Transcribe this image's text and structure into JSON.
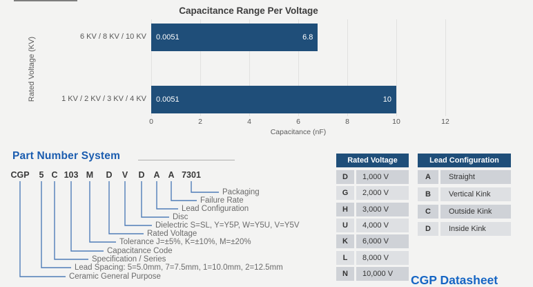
{
  "colors": {
    "bar_blue": "#1f4e79",
    "table_header_blue": "#1f4e79",
    "heading_blue": "#1a5caf",
    "link_blue": "#1565c4",
    "connector_blue": "#4f7cb8",
    "grid_line": "#e1e1e0"
  },
  "chart_data": {
    "type": "bar",
    "orientation": "horizontal",
    "title": "Capacitance Range Per Voltage",
    "xlabel": "Capacitance (nF)",
    "ylabel": "Rated Voltage (KV)",
    "x_ticks": [
      0,
      2,
      4,
      6,
      8,
      10,
      12
    ],
    "xlim": [
      0,
      12.7
    ],
    "grid": true,
    "legend": false,
    "bars": [
      {
        "category": "6 KV / 8 KV / 10 KV",
        "range_min": 0.0051,
        "range_max": 6.8,
        "min_label": "0.0051",
        "max_label": "6.8"
      },
      {
        "category": "1 KV / 2 KV / 3 KV / 4 KV",
        "range_min": 0.0051,
        "range_max": 10,
        "min_label": "0.0051",
        "max_label": "10"
      }
    ]
  },
  "part_number_system": {
    "heading": "Part Number System",
    "tokens": [
      "CGP",
      "5",
      "C",
      "103",
      "M",
      "D",
      "V",
      "D",
      "A",
      "A",
      "7301"
    ],
    "labels": [
      "Packaging",
      "Failure Rate",
      "Lead Configuration",
      "Disc",
      "Dielectric S=SL, Y=Y5P, W=Y5U, V=Y5V",
      "Rated Voltage",
      "Tolerance J=±5%, K=±10%, M=±20%",
      "Capacitance Code",
      "Specification / Series",
      "Lead Spacing: 5=5.0mm, 7=7.5mm, 1=10.0mm, 2=12.5mm",
      "Ceramic General Purpose"
    ]
  },
  "tables": {
    "rated_voltage": {
      "title": "Rated Voltage",
      "rows": [
        [
          "D",
          "1,000 V"
        ],
        [
          "G",
          "2,000 V"
        ],
        [
          "H",
          "3,000 V"
        ],
        [
          "U",
          "4,000 V"
        ],
        [
          "K",
          "6,000 V"
        ],
        [
          "L",
          "8,000 V"
        ],
        [
          "N",
          "10,000 V"
        ]
      ]
    },
    "lead_configuration": {
      "title": "Lead Configuration",
      "rows": [
        [
          "A",
          "Straight"
        ],
        [
          "B",
          "Vertical Kink"
        ],
        [
          "C",
          "Outside Kink"
        ],
        [
          "D",
          "Inside Kink"
        ]
      ]
    }
  },
  "footer": {
    "text": "CGP Datasheet"
  }
}
